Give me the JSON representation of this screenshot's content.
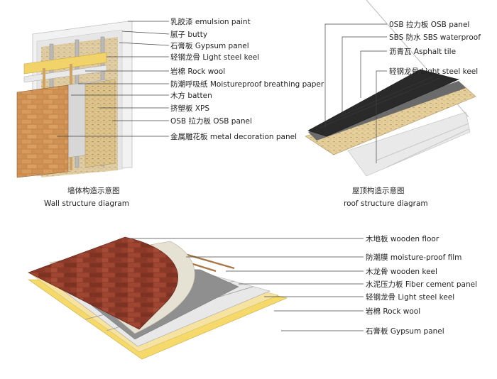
{
  "wall": {
    "labels": [
      "乳胶漆 emulsion paint",
      "腻子      butty",
      "石膏板 Gypsum panel",
      "轻钢龙骨 Light steel keel",
      "岩棉 Rock wool",
      "防潮呼吸纸 Moistureproof  breathing paper",
      "木方  batten",
      "挤塑板 XPS",
      "OSB 拉力板 OSB panel",
      "金属雕花板 metal decoration panel"
    ],
    "caption_cn": "墙体构造示意图",
    "caption_en": "Wall structure diagram"
  },
  "roof": {
    "labels": [
      "0SB 拉力板 OSB panel",
      "SBS 防水 SBS waterproof",
      "沥青瓦 Asphalt tile",
      "轻钢龙骨 Light steel keel"
    ],
    "caption_cn": "屋顶构造示意图",
    "caption_en": "roof structure diagram"
  },
  "floor": {
    "labels": [
      "木地板  wooden floor",
      "防潮膜  moisture-proof film",
      "木龙骨  wooden keel",
      "水泥压力板  Fiber cement panel",
      "轻钢龙骨  Light steel keel",
      "岩棉 Rock wool",
      "石膏板 Gypsum panel"
    ]
  }
}
